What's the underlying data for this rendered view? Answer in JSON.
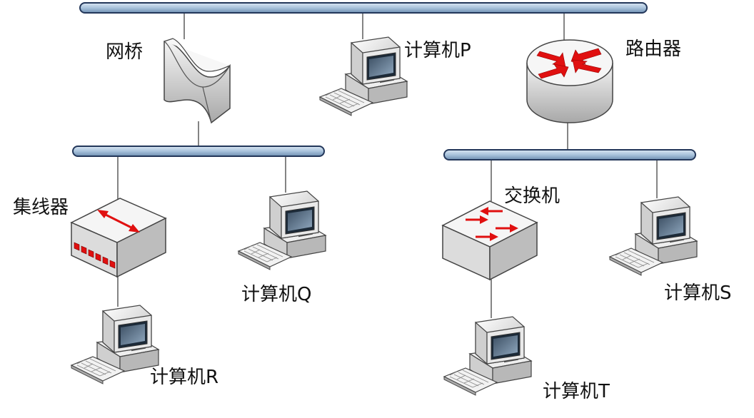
{
  "labels": {
    "bridge": "网桥",
    "computer_p": "计算机P",
    "router": "路由器",
    "hub": "集线器",
    "computer_q": "计算机Q",
    "switch": "交换机",
    "computer_s": "计算机S",
    "computer_r": "计算机R",
    "computer_t": "计算机T"
  },
  "colors": {
    "bus_fill": "#a9c3dc",
    "bus_stroke": "#23375a",
    "arrow_red": "#e01010",
    "device_gray": "#e6e6e6",
    "line": "#333333"
  },
  "icons": {
    "bridge": "bridge-icon",
    "router": "router-icon",
    "hub": "hub-icon",
    "switch": "switch-icon",
    "computer": "computer-icon"
  }
}
